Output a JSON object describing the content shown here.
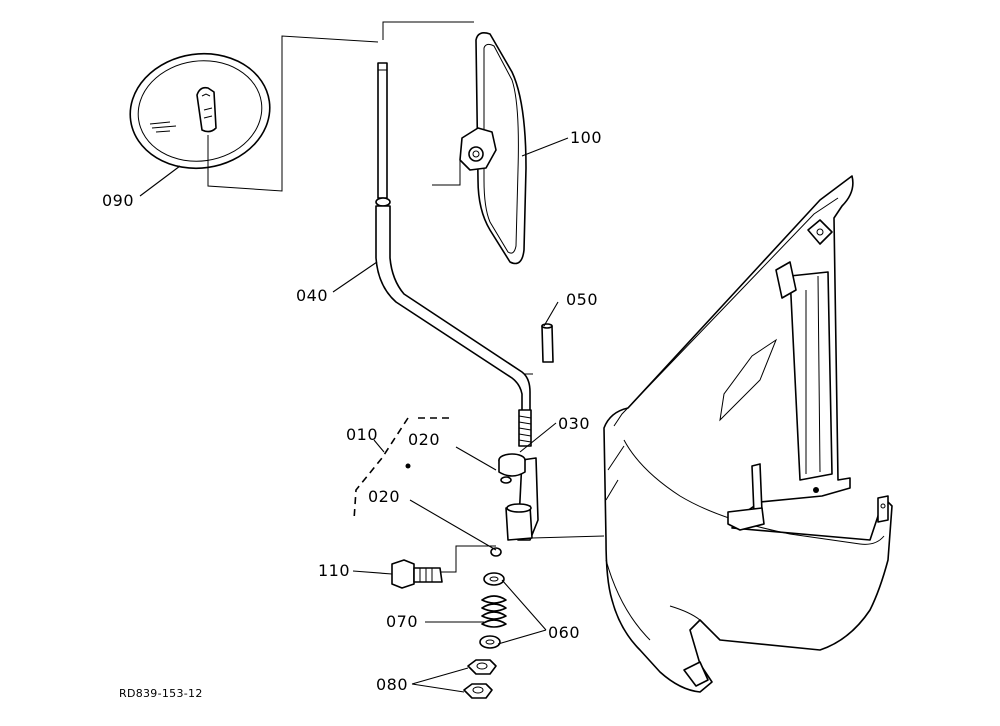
{
  "labels": {
    "p090": "090",
    "p100": "100",
    "p040": "040",
    "p050": "050",
    "p010": "010",
    "p020a": "020",
    "p030": "030",
    "p020b": "020",
    "p110": "110",
    "p070": "070",
    "p060": "060",
    "p080": "080"
  },
  "diagram_code": "RD839-153-12"
}
